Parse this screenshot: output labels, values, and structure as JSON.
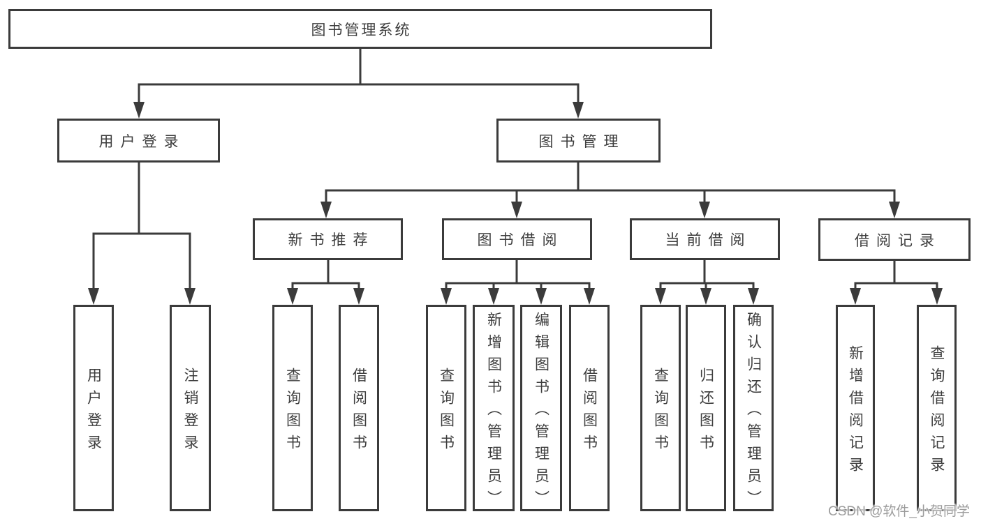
{
  "colors": {
    "line": "#3b3b3b",
    "node_border": "#3b3b3b",
    "node_text": "#3d3d3d",
    "watermark_text": "#9c9c9c",
    "background": "#ffffff"
  },
  "watermark": {
    "text": "CSDN @软件_小贺同学"
  },
  "tree": {
    "root": {
      "label": "图书管理系统"
    },
    "branches": [
      {
        "label": "用户登录",
        "children": [
          {
            "label": "用户登录"
          },
          {
            "label": "注销登录"
          }
        ]
      },
      {
        "label": "图书管理",
        "children": [
          {
            "label": "新书推荐",
            "children": [
              {
                "label": "查询图书"
              },
              {
                "label": "借阅图书"
              }
            ]
          },
          {
            "label": "图书借阅",
            "children": [
              {
                "label": "查询图书"
              },
              {
                "label": "新增图书（管理员）"
              },
              {
                "label": "编辑图书（管理员）"
              },
              {
                "label": "借阅图书"
              }
            ]
          },
          {
            "label": "当前借阅",
            "children": [
              {
                "label": "查询图书"
              },
              {
                "label": "归还图书"
              },
              {
                "label": "确认归还（管理员）"
              }
            ]
          },
          {
            "label": "借阅记录",
            "children": [
              {
                "label": "新增借阅记录"
              },
              {
                "label": "查询借阅记录"
              }
            ]
          }
        ]
      }
    ]
  }
}
